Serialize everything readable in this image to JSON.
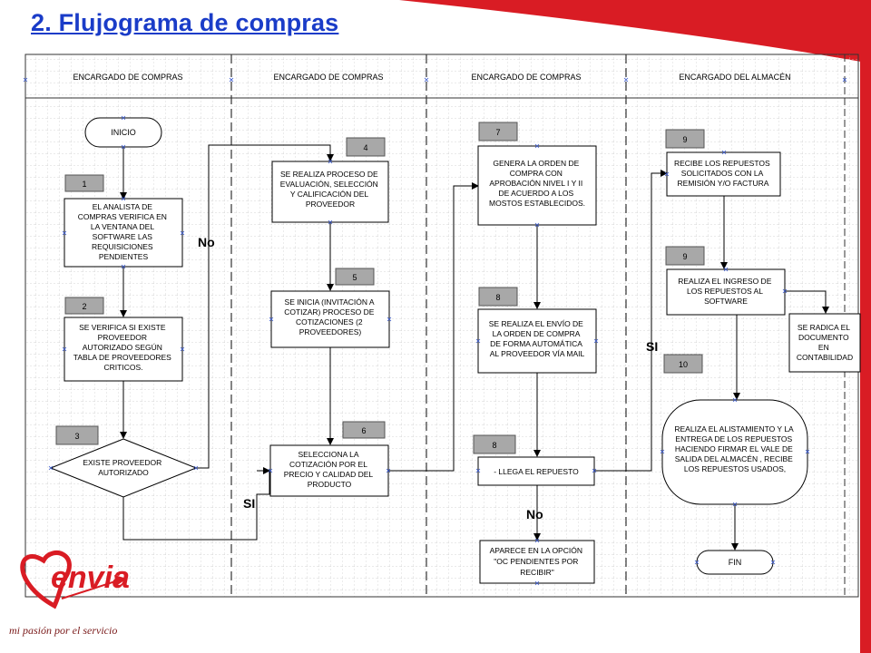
{
  "slide": {
    "title": "2. Flujograma de compras"
  },
  "lanes": [
    "ENCARGADO DE COMPRAS",
    "ENCARGADO DE COMPRAS",
    "ENCARGADO DE COMPRAS",
    "ENCARGADO DEL ALMACÉN"
  ],
  "steps": {
    "s1": "1",
    "s2": "2",
    "s3": "3",
    "s4": "4",
    "s5": "5",
    "s6": "6",
    "s7": "7",
    "s8a": "8",
    "s8b": "8",
    "s9a": "9",
    "s9b": "9",
    "s10": "10"
  },
  "nodes": {
    "inicio": "INICIO",
    "n1": [
      "EL ANALISTA DE",
      "COMPRAS VERIFICA EN",
      "LA VENTANA DEL",
      "SOFTWARE LAS",
      "REQUISICIONES",
      "PENDIENTES"
    ],
    "n2": [
      "SE VERIFICA SI EXISTE",
      "PROVEEDOR",
      "AUTORIZADO SEGÚN",
      "TABLA DE PROVEEDORES",
      "CRITICOS."
    ],
    "n3": [
      "EXISTE PROVEEDOR",
      "AUTORIZADO"
    ],
    "n4": [
      "SE REALIZA PROCESO DE",
      "EVALUACIÓN, SELECCIÓN",
      "Y CALIFICACIÓN DEL",
      "PROVEEDOR"
    ],
    "n5": [
      "SE INICIA (INVITACIÓN A",
      "COTIZAR) PROCESO DE",
      "COTIZACIONES (2",
      "PROVEEDORES)"
    ],
    "n6": [
      "SELECCIONA LA",
      "COTIZACIÓN POR EL",
      "PRECIO Y CALIDAD DEL",
      "PRODUCTO"
    ],
    "n7": [
      "GENERA LA ORDEN DE",
      "COMPRA CON",
      "APROBACIÓN NIVEL I Y II",
      "DE ACUERDO A LOS",
      "MOSTOS ESTABLECIDOS."
    ],
    "n8a": [
      "SE REALIZA EL ENVÍO DE",
      "LA ORDEN DE COMPRA",
      "DE FORMA AUTOMÁTICA",
      "AL PROVEEDOR VÍA MAIL"
    ],
    "n8b": [
      "- LLEGA EL REPUESTO"
    ],
    "n8c": [
      "APARECE EN LA OPCIÓN",
      "\"OC PENDIENTES POR",
      "RECIBIR\""
    ],
    "n9a": [
      "RECIBE LOS REPUESTOS",
      "SOLICITADOS CON LA",
      "REMISIÓN Y/O FACTURA"
    ],
    "n9b": [
      "REALIZA EL INGRESO DE",
      "LOS REPUESTOS AL",
      "SOFTWARE"
    ],
    "radica": [
      "SE RADICA EL",
      "DOCUMENTO",
      "EN",
      "CONTABILIDAD"
    ],
    "n10": [
      "REALIZA EL ALISTAMIENTO Y LA",
      "ENTREGA DE LOS REPUESTOS",
      "HACIENDO FIRMAR EL VALE DE",
      "SALIDA DEL ALMACÉN , RECIBE",
      "LOS REPUESTOS USADOS,"
    ],
    "fin": "FIN"
  },
  "edge_labels": {
    "no_left": "No",
    "si_left": "SI",
    "si_right": "SI",
    "no_bottom": "No"
  },
  "logo": {
    "word": "envia",
    "tagline": "mi pasión por el servicio"
  },
  "colors": {
    "title": "#1a3cc8",
    "brand_red": "#d91c24",
    "step_tag": "#a8a8a8",
    "grid": "#c9c9c9"
  }
}
